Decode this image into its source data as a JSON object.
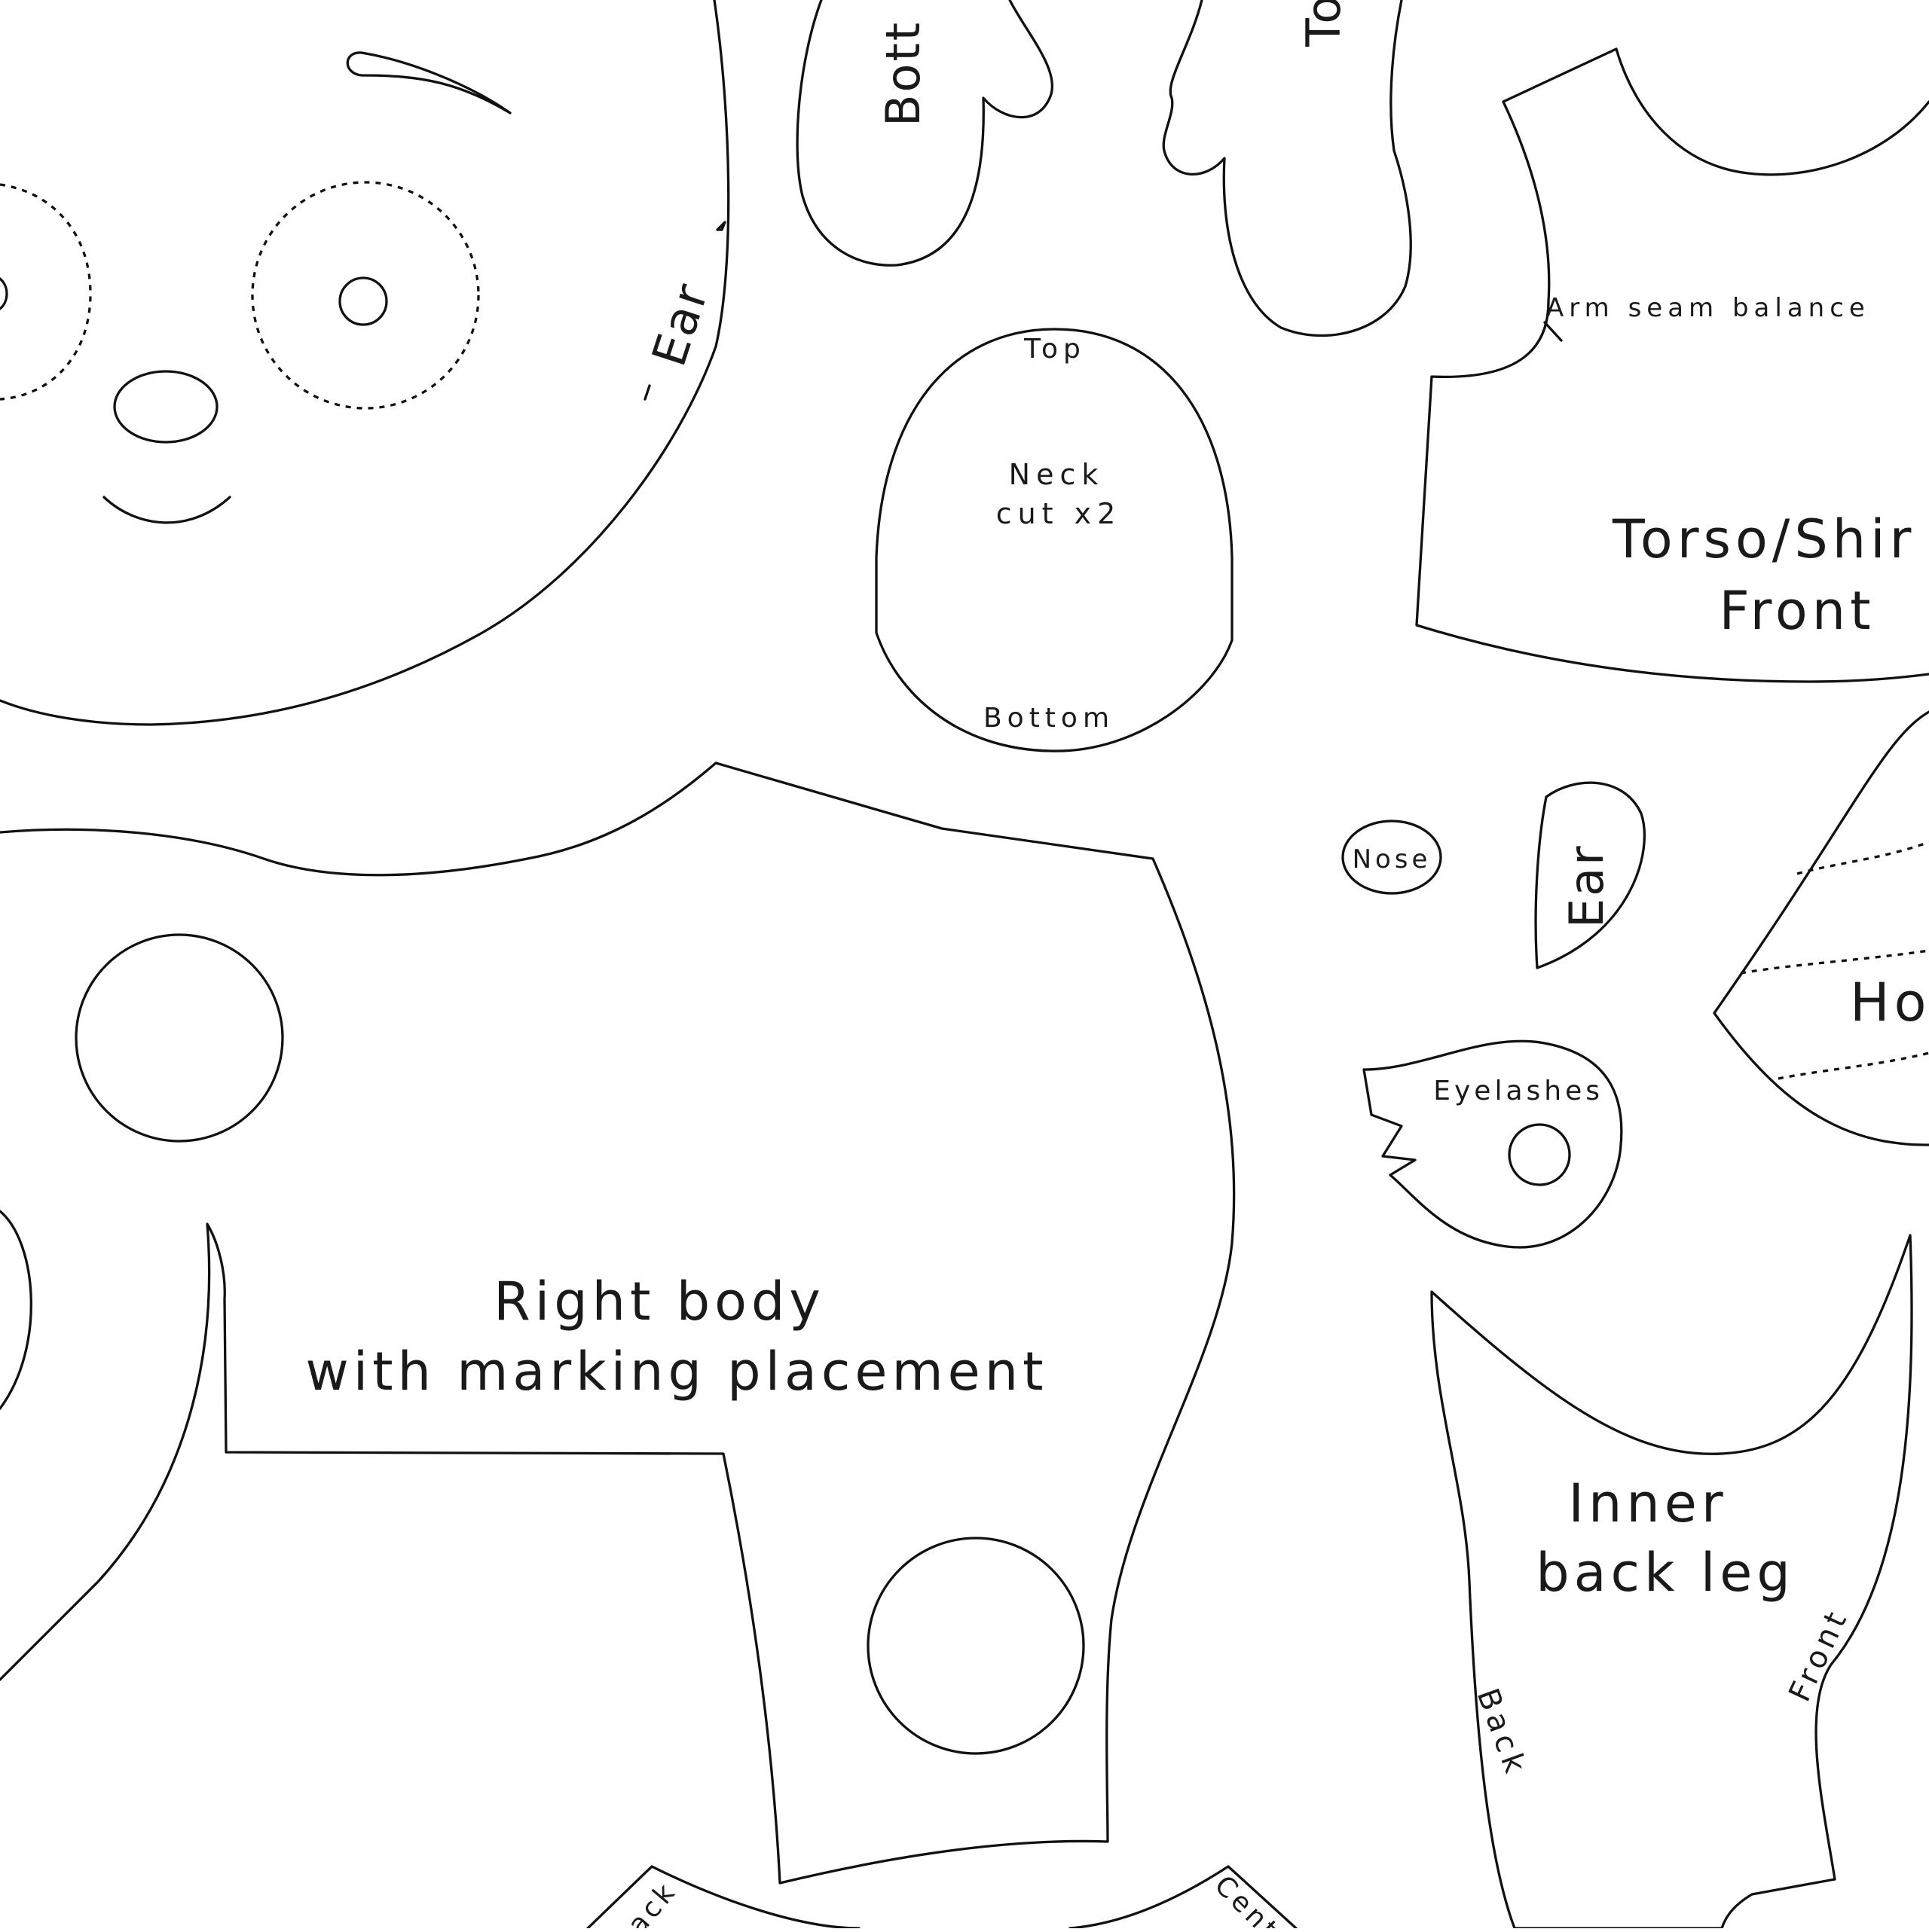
{
  "pattern": {
    "labels": {
      "head_ear": "Ear",
      "bottom_piece": "Bott",
      "top_piece": "To",
      "neck_top": "Top",
      "neck_line1": "Neck",
      "neck_line2": "cut x2",
      "neck_bottom": "Bottom",
      "arm_seam": "Arm seam balance",
      "torso_line1": "Torso/Shir",
      "torso_line2": "Front",
      "nose": "Nose",
      "ear": "Ear",
      "eyelashes": "Eyelashes",
      "hood": "Ho",
      "body_line1": "Right body",
      "body_line2": "with marking placement",
      "inner_leg_line1": "Inner",
      "inner_leg_line2": "back leg",
      "inner_leg_back": "Back",
      "inner_leg_front": "Front",
      "lower_back": "ack",
      "lower_center": "Cent"
    }
  }
}
